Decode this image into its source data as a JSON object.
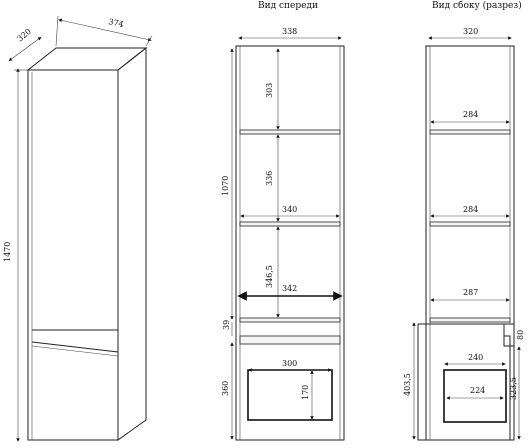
{
  "views": {
    "front_title": "Вид спереди",
    "side_title": "Вид сбоку (разрез)"
  },
  "iso": {
    "width": "374",
    "depth": "320",
    "height": "1470"
  },
  "front": {
    "inner_width": "338",
    "total_height": "1070",
    "shelf1_gap": "303",
    "shelf2_gap": "336",
    "shelf1_width": "340",
    "shelf3_gap": "346,5",
    "shelf3_width": "342",
    "plinth_gap": "39",
    "drawer_height": "360",
    "drawer_width": "300",
    "drawer_depth": "170"
  },
  "side": {
    "depth": "320",
    "shelf1_depth": "284",
    "shelf2_depth": "284",
    "shelf3_depth": "287",
    "rail_height": "80",
    "drawer_width": "240",
    "drawer_inner": "224",
    "lower_height": "403,5",
    "drawer_height": "323,5"
  }
}
